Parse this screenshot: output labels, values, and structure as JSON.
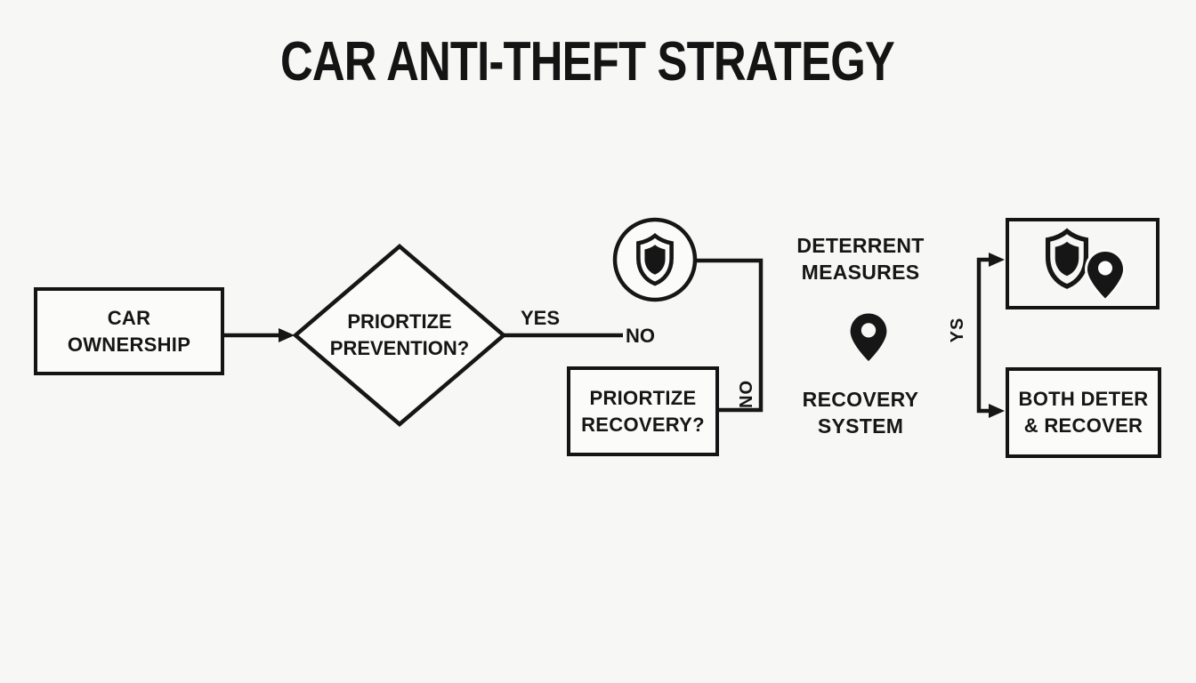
{
  "title": "CAR ANTI-THEFT STRATEGY",
  "colors": {
    "ink": "#161616",
    "background": "#f7f7f5"
  },
  "nodes": {
    "car_ownership": {
      "lines": [
        "CAR",
        "OWNERSHIP"
      ]
    },
    "prioritize_prevention": {
      "lines": [
        "PRIORTIZE",
        "PREVENTION?"
      ]
    },
    "prioritize_recovery": {
      "lines": [
        "PRIORTIZE",
        "RECOVERY?"
      ]
    },
    "deterrent_measures": {
      "lines": [
        "DETERRENT",
        "MEASURES"
      ]
    },
    "recovery_system": {
      "lines": [
        "RECOVERY",
        "SYSTEM"
      ]
    },
    "both_deter_recover": {
      "lines": [
        "BOTH DETER",
        "& RECOVER"
      ]
    }
  },
  "edge_labels": {
    "yes": "YES",
    "no": "NO",
    "no_rotated": "NO",
    "yes_rotated": "YS"
  },
  "icons": {
    "deterrent_badge": "shield-icon",
    "recovery_marker": "location-pin-icon",
    "combined": "shield-location-pin-icon"
  }
}
